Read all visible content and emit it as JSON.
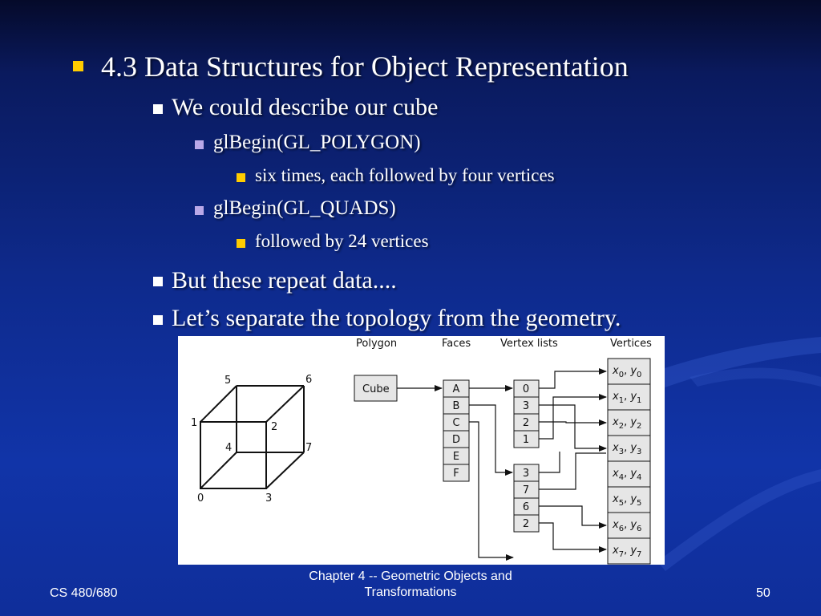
{
  "slide": {
    "bullets": [
      {
        "level": 1,
        "text": "4.3 Data Structures for Object Representation"
      },
      {
        "level": 2,
        "text": "We could describe our cube"
      },
      {
        "level": 3,
        "text": "glBegin(GL_POLYGON)"
      },
      {
        "level": 4,
        "text": "six times, each followed by four vertices"
      },
      {
        "level": 3,
        "text": "glBegin(GL_QUADS)"
      },
      {
        "level": 4,
        "text": "followed by 24 vertices"
      },
      {
        "level": 2,
        "text": "But these repeat data...."
      },
      {
        "level": 2,
        "text": "Let’s separate the topology from the geometry."
      }
    ],
    "colors": {
      "bullet_level1": "#ffcc00",
      "bullet_level2": "#ffffff",
      "bullet_level3": "#b9a8e8",
      "bullet_level4": "#ffcc00"
    }
  },
  "diagram": {
    "headers": [
      "Polygon",
      "Faces",
      "Vertex lists",
      "Vertices"
    ],
    "cube_vertex_labels": [
      "5",
      "6",
      "1",
      "2",
      "4",
      "7",
      "0",
      "3"
    ],
    "polygon_label": "Cube",
    "faces": [
      "A",
      "B",
      "C",
      "D",
      "E",
      "F"
    ],
    "vertex_list_a": [
      "0",
      "3",
      "2",
      "1"
    ],
    "vertex_list_b": [
      "3",
      "7",
      "6",
      "2"
    ],
    "vertices": [
      {
        "x": "x",
        "y": "y",
        "i": "0"
      },
      {
        "x": "x",
        "y": "y",
        "i": "1"
      },
      {
        "x": "x",
        "y": "y",
        "i": "2"
      },
      {
        "x": "x",
        "y": "y",
        "i": "3"
      },
      {
        "x": "x",
        "y": "y",
        "i": "4"
      },
      {
        "x": "x",
        "y": "y",
        "i": "5"
      },
      {
        "x": "x",
        "y": "y",
        "i": "6"
      },
      {
        "x": "x",
        "y": "y",
        "i": "7"
      }
    ]
  },
  "footer": {
    "left": "CS 480/680",
    "center_line1": "Chapter 4 -- Geometric Objects and",
    "center_line2": "Transformations",
    "page": "50"
  }
}
